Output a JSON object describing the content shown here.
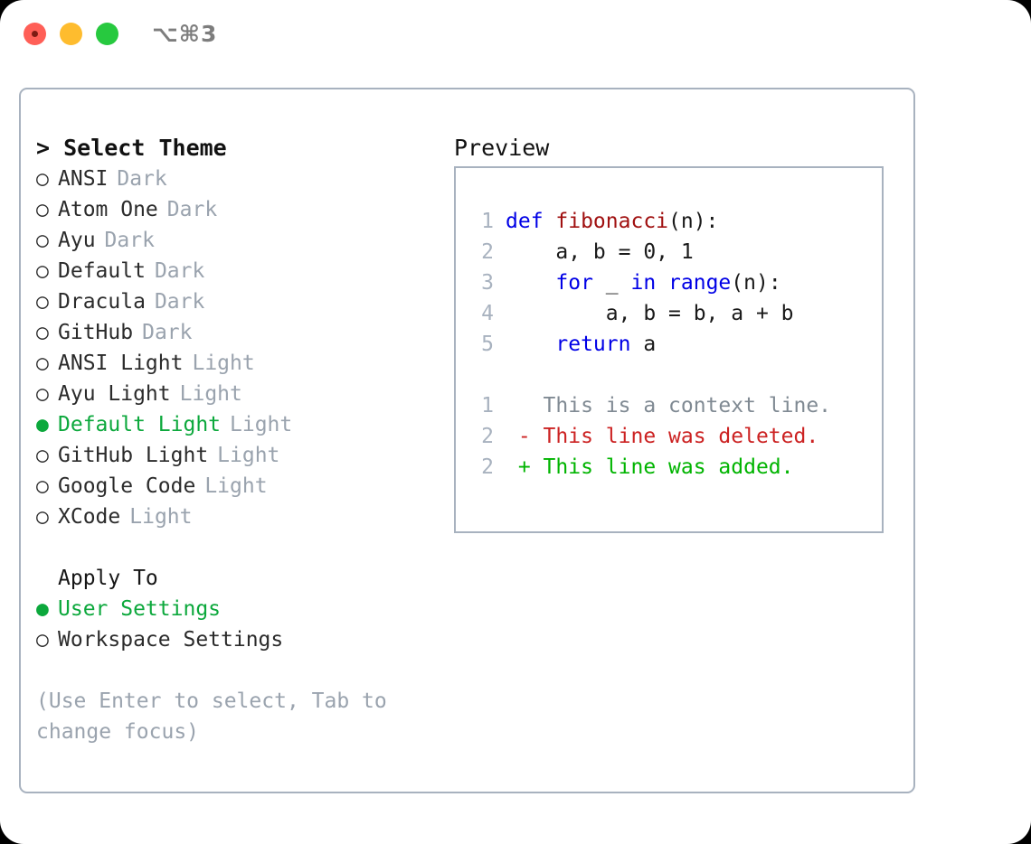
{
  "titlebar": {
    "shortcut": "⌥⌘3",
    "buttons": [
      {
        "name": "close",
        "color": "#ff5f57"
      },
      {
        "name": "minimize",
        "color": "#febc2e"
      },
      {
        "name": "maximize",
        "color": "#27c93f"
      }
    ]
  },
  "theme_picker": {
    "header": "> Select Theme",
    "selected_bullet": "●",
    "unselected_bullet": "○",
    "items": [
      {
        "label": "ANSI",
        "badge": "Dark",
        "selected": false
      },
      {
        "label": "Atom One",
        "badge": "Dark",
        "selected": false
      },
      {
        "label": "Ayu",
        "badge": "Dark",
        "selected": false
      },
      {
        "label": "Default",
        "badge": "Dark",
        "selected": false
      },
      {
        "label": "Dracula",
        "badge": "Dark",
        "selected": false
      },
      {
        "label": "GitHub",
        "badge": "Dark",
        "selected": false
      },
      {
        "label": "ANSI Light",
        "badge": "Light",
        "selected": false
      },
      {
        "label": "Ayu Light",
        "badge": "Light",
        "selected": false
      },
      {
        "label": "Default Light",
        "badge": "Light",
        "selected": true
      },
      {
        "label": "GitHub Light",
        "badge": "Light",
        "selected": false
      },
      {
        "label": "Google Code",
        "badge": "Light",
        "selected": false
      },
      {
        "label": "XCode",
        "badge": "Light",
        "selected": false
      }
    ]
  },
  "apply_to": {
    "header": "Apply To",
    "items": [
      {
        "label": "User Settings",
        "selected": true
      },
      {
        "label": "Workspace Settings",
        "selected": false
      }
    ]
  },
  "hint": "(Use Enter to select, Tab to change focus)",
  "preview": {
    "title": "Preview",
    "code_lines": [
      {
        "no": "1",
        "tokens": [
          {
            "text": "def ",
            "kind": "kw"
          },
          {
            "text": "fibonacci",
            "kind": "fn"
          },
          {
            "text": "(n):",
            "kind": "txt"
          }
        ]
      },
      {
        "no": "2",
        "tokens": [
          {
            "text": "    a, b = 0, 1",
            "kind": "txt"
          }
        ]
      },
      {
        "no": "3",
        "tokens": [
          {
            "text": "    ",
            "kind": "txt"
          },
          {
            "text": "for",
            "kind": "kw"
          },
          {
            "text": " _ ",
            "kind": "txt"
          },
          {
            "text": "in",
            "kind": "kw"
          },
          {
            "text": " ",
            "kind": "txt"
          },
          {
            "text": "range",
            "kind": "kw"
          },
          {
            "text": "(n):",
            "kind": "txt"
          }
        ]
      },
      {
        "no": "4",
        "tokens": [
          {
            "text": "        a, b = b, a + b",
            "kind": "txt"
          }
        ]
      },
      {
        "no": "5",
        "tokens": [
          {
            "text": "    ",
            "kind": "txt"
          },
          {
            "text": "return",
            "kind": "kw"
          },
          {
            "text": " a",
            "kind": "txt"
          }
        ]
      }
    ],
    "diff_lines": [
      {
        "no": "1",
        "tokens": [
          {
            "text": "   This is a context line.",
            "kind": "ctx"
          }
        ]
      },
      {
        "no": "2",
        "tokens": [
          {
            "text": " - This line was deleted.",
            "kind": "del"
          }
        ]
      },
      {
        "no": "2",
        "tokens": [
          {
            "text": " + This line was added.",
            "kind": "add"
          }
        ]
      }
    ]
  },
  "colors": {
    "accent_green": "#0ca83c",
    "muted": "#9aa3ae",
    "border": "#a8b2bf",
    "keyword_blue": "#0000e6",
    "function_red": "#a01010",
    "diff_deleted": "#cc2222",
    "diff_added": "#00b400",
    "diff_context": "#808a93"
  }
}
